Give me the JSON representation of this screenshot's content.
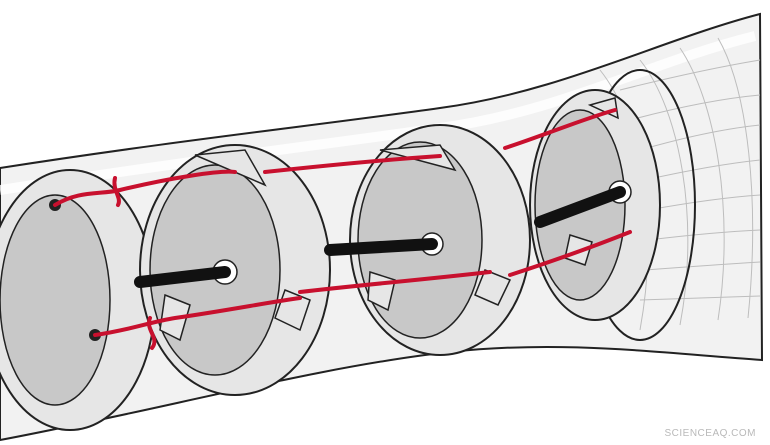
{
  "watermark": "SCIENCEAQ.COM",
  "colors": {
    "tube_fill": "#f2f2f2",
    "outline": "#222222",
    "disk_face": "#c8c8c8",
    "disk_rim": "#e6e6e6",
    "tendon_red": "#c8102e",
    "core_black": "#111111",
    "mesh": "#bdbdbd"
  },
  "components": {
    "tube": "outer-sheath",
    "disks": [
      "end-disk",
      "disk-1",
      "disk-2",
      "disk-3",
      "disk-4"
    ],
    "tendons": [
      "red-tendon-top",
      "red-tendon-bottom"
    ],
    "core": "black-core-rod",
    "mesh": "braided-mesh-section"
  }
}
